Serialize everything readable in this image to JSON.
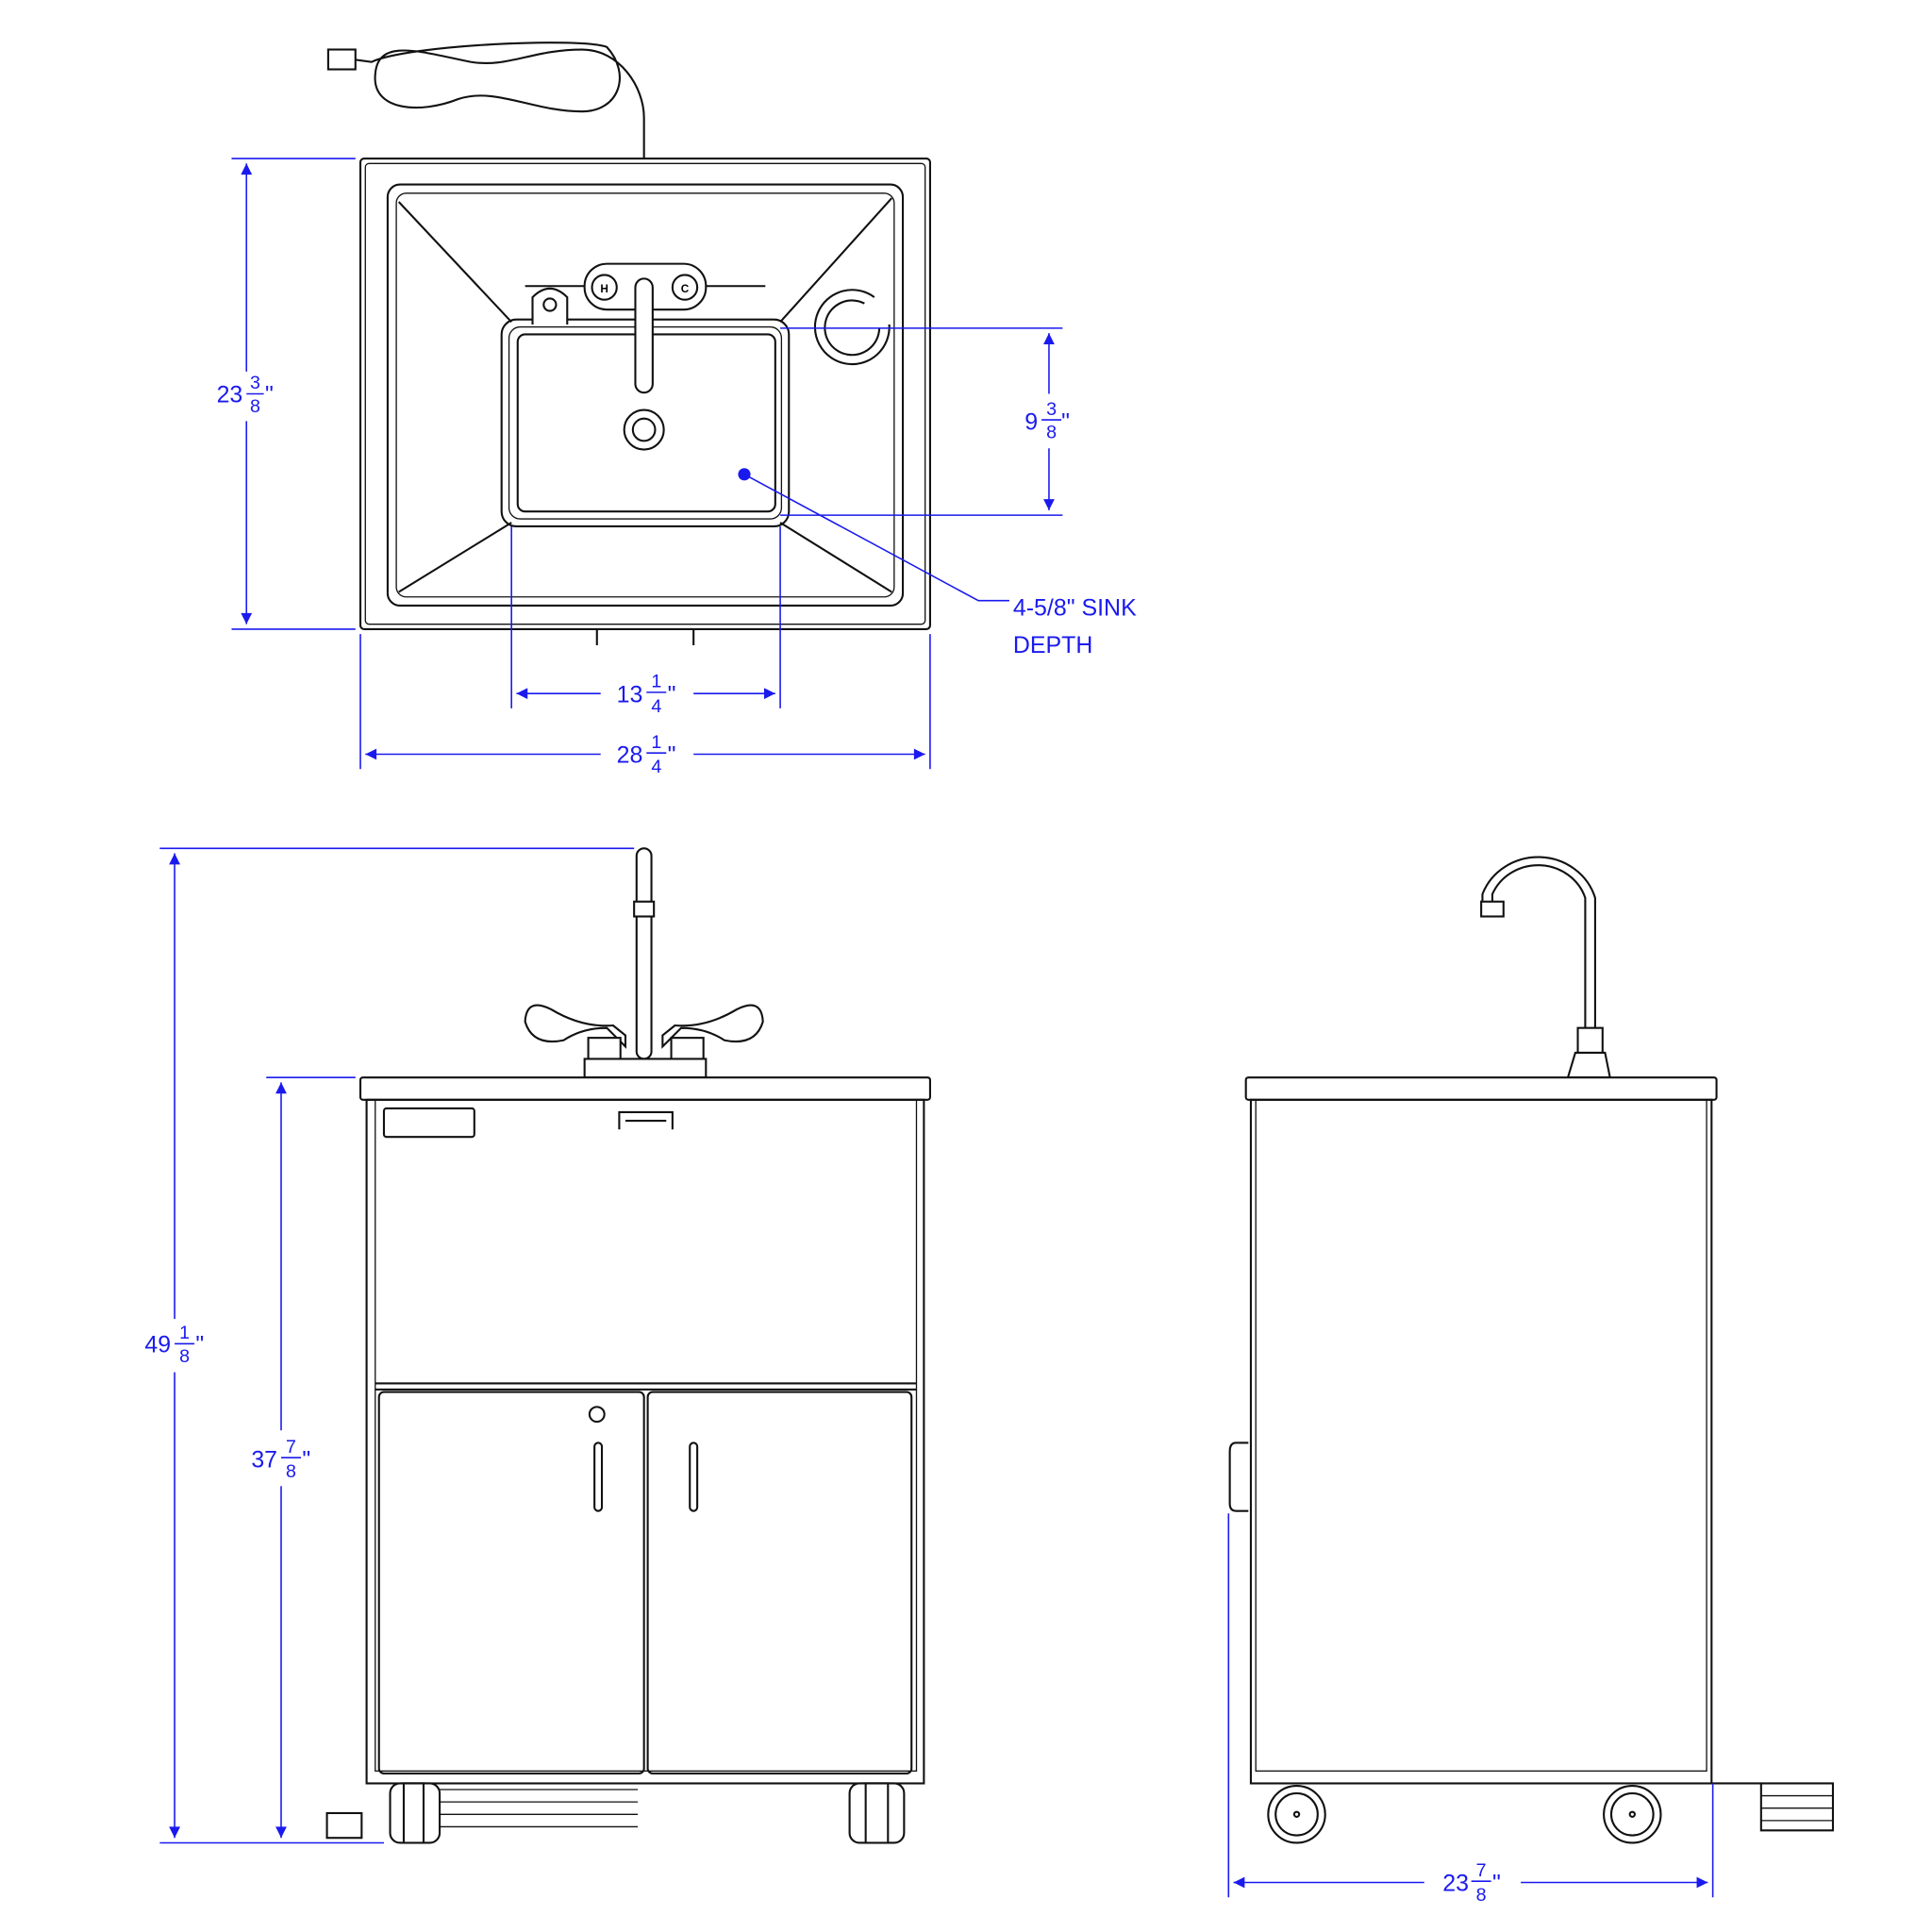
{
  "title": "Portable sink dimension drawing",
  "colors": {
    "dimension": "#1a1aee",
    "linework": "#111111"
  },
  "top_view": {
    "depth_dim": {
      "whole": "23",
      "num": "3",
      "den": "8",
      "unit": "\""
    },
    "basin_depth_dim": {
      "whole": "9",
      "num": "3",
      "den": "8",
      "unit": "\""
    },
    "basin_width_dim": {
      "whole": "13",
      "num": "1",
      "den": "4",
      "unit": "\""
    },
    "overall_width_dim": {
      "whole": "28",
      "num": "1",
      "den": "4",
      "unit": "\""
    },
    "sink_depth_note": {
      "line1": "4-5/8\" SINK",
      "line2": "DEPTH"
    },
    "hot_label": "H",
    "cold_label": "C"
  },
  "front_view": {
    "overall_height_dim": {
      "whole": "49",
      "num": "1",
      "den": "8",
      "unit": "\""
    },
    "counter_height_dim": {
      "whole": "37",
      "num": "7",
      "den": "8",
      "unit": "\""
    }
  },
  "side_view": {
    "depth_dim": {
      "whole": "23",
      "num": "7",
      "den": "8",
      "unit": "\""
    }
  }
}
